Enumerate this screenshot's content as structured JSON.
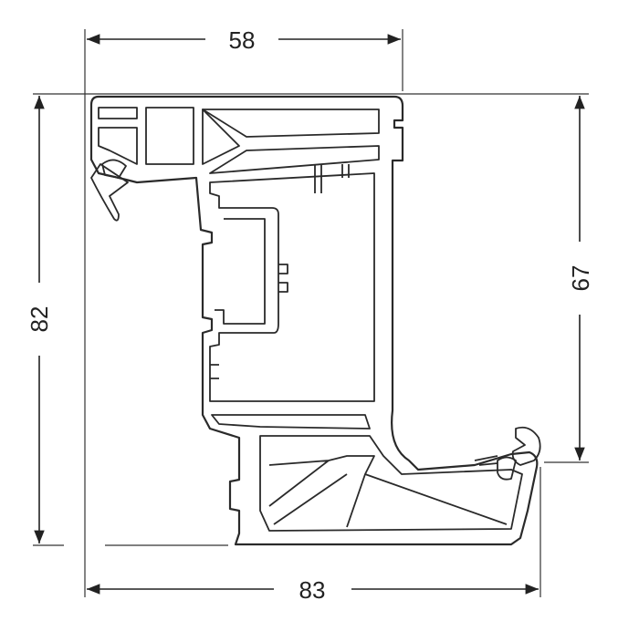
{
  "dimensions": {
    "top_width": "58",
    "left_height": "82",
    "right_height": "67",
    "bottom_width": "83"
  },
  "colors": {
    "line": "#2a2a2a",
    "background": "#ffffff"
  }
}
